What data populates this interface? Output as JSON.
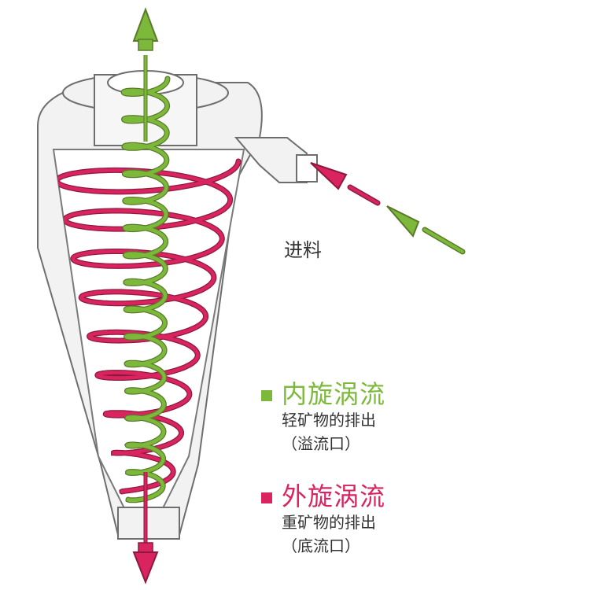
{
  "diagram": {
    "feed_label": "进料",
    "legend": [
      {
        "key": "inner",
        "color": "#7cb93a",
        "title": "内旋涡流",
        "line1": "轻矿物的排出",
        "line2": "（溢流口）"
      },
      {
        "key": "outer",
        "color": "#d9245f",
        "title": "外旋涡流",
        "line1": "重矿物的排出",
        "line2": "（底流口）"
      }
    ],
    "colors": {
      "body_fill": "#f2f2f2",
      "body_outline": "#6e6e6e",
      "inner_spiral": "#7cb93a",
      "outer_spiral": "#d9245f",
      "spiral_outline": "#5a7a2a"
    },
    "icons": [
      "up-arrow-icon",
      "down-arrow-icon",
      "inlet-arrow-icon"
    ]
  }
}
